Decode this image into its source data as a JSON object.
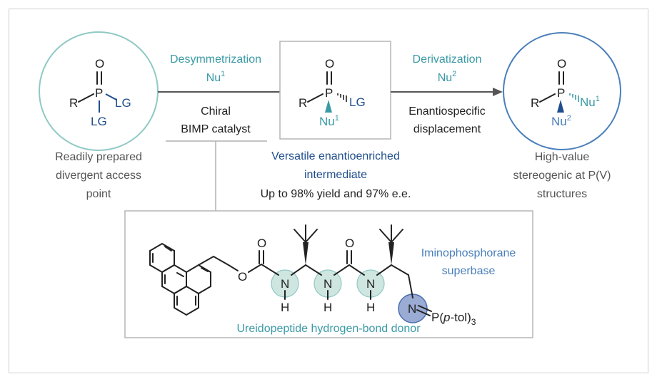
{
  "left": {
    "atom_O": "O",
    "atom_P": "P",
    "atom_R": "R",
    "atom_LG1": "LG",
    "atom_LG2": "LG",
    "caption": [
      "Readily prepared",
      "divergent access",
      "point"
    ]
  },
  "middle": {
    "atom_O": "O",
    "atom_P": "P",
    "atom_R": "R",
    "atom_LG": "LG",
    "atom_Nu": "Nu",
    "atom_Nu_sup": "1",
    "caption_title": [
      "Versatile enantioenriched",
      "intermediate"
    ],
    "caption_sub": "Up to 98% yield and 97% e.e."
  },
  "right": {
    "atom_O": "O",
    "atom_P": "P",
    "atom_R": "R",
    "atom_Nu1": "Nu",
    "atom_Nu1_sup": "1",
    "atom_Nu2": "Nu",
    "atom_Nu2_sup": "2",
    "caption": [
      "High-value",
      "stereogenic at P(V)",
      "structures"
    ]
  },
  "arrow1": {
    "top_line1": "Desymmetrization",
    "top_nu": "Nu",
    "top_sup": "1",
    "bottom_line1": "Chiral",
    "bottom_line2": "BIMP catalyst"
  },
  "arrow2": {
    "top_line1": "Derivatization",
    "top_nu": "Nu",
    "top_sup": "2",
    "bottom_line1": "Enantiospecific",
    "bottom_line2": "displacement"
  },
  "catalyst": {
    "atom_O_carbamate": "O",
    "atom_O_ether": "O",
    "atom_O_urea": "O",
    "atom_N1": "N",
    "atom_N2": "N",
    "atom_N3": "N",
    "atom_N4": "N",
    "atom_H1": "H",
    "atom_H2": "H",
    "atom_H3": "H",
    "atom_P": "P(",
    "atom_P_italic": "p",
    "atom_P_tail": "-tol)",
    "atom_P_sub": "3",
    "label_superbase": [
      "Iminophosphorane",
      "superbase"
    ],
    "label_donor": "Ureidopeptide hydrogen-bond donor"
  },
  "colors": {
    "teal": "#3a9aa6",
    "navy": "#1f4e8c",
    "light_blue": "#4a7fba",
    "circle_fill": "#cfe6e0",
    "superbase_fill": "#9aabd4"
  }
}
